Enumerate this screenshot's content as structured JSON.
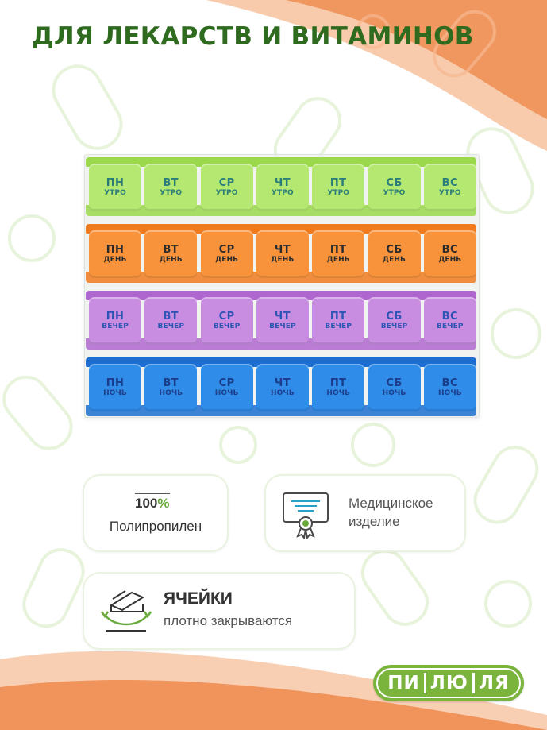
{
  "title": "ДЛЯ ЛЕКАРСТВ И ВИТАМИНОВ",
  "days": [
    "ПН",
    "ВТ",
    "СР",
    "ЧТ",
    "ПТ",
    "СБ",
    "ВС"
  ],
  "rows": [
    {
      "time": "УТРО",
      "color": "#9bd84c",
      "cell_color": "#b4e870",
      "text_color": "#2a7d7a"
    },
    {
      "time": "ДЕНЬ",
      "color": "#f07a1e",
      "cell_color": "#f8933c",
      "text_color": "#2b2b2b"
    },
    {
      "time": "ВЕЧЕР",
      "color": "#b066cf",
      "cell_color": "#c88de0",
      "text_color": "#2e55b5"
    },
    {
      "time": "НОЧЬ",
      "color": "#1c6fd0",
      "cell_color": "#2f8ce8",
      "text_color": "#1b3d8a"
    }
  ],
  "badges": {
    "material": {
      "percent_number": "100",
      "percent_sign": "%",
      "label": "Полипропилен"
    },
    "medical": {
      "line1": "Медицинское",
      "line2": "изделие",
      "icon": "certificate-icon"
    },
    "cells": {
      "title": "ЯЧЕЙКИ",
      "subtitle": "плотно закрываются",
      "icon": "closing-box-icon"
    }
  },
  "brand": {
    "parts": [
      "ПИ",
      "ЛЮ",
      "ЛЯ"
    ],
    "color": "#7ab43c"
  },
  "colors": {
    "accent_orange": "#f08a4b",
    "title_green": "#2e6b1f",
    "brand_green": "#7ab43c"
  }
}
